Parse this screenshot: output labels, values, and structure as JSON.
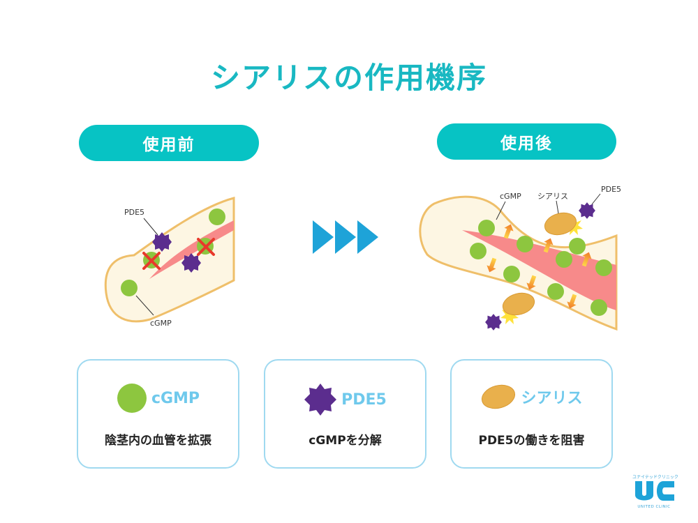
{
  "title": "シアリスの作用機序",
  "panels": {
    "before": {
      "heading": "使用前",
      "label_pde5": "PDE5",
      "label_cgmp": "cGMP"
    },
    "after": {
      "heading": "使用後",
      "label_cgmp": "cGMP",
      "label_cialis": "シアリス",
      "label_pde5": "PDE5"
    }
  },
  "legend": [
    {
      "name": "cGMP",
      "description": "陰茎内の血管を拡張"
    },
    {
      "name": "PDE5",
      "description": "cGMPを分解"
    },
    {
      "name": "シアリス",
      "description": "PDE5の働きを阻害"
    }
  ],
  "logo": {
    "top_text": "ユナイテッドクリニック",
    "mark": "UC",
    "bottom_text": "UNITED CLINIC"
  },
  "colors": {
    "accent": "#07c3c4",
    "title": "#19b8c2",
    "cgmp": "#8dc63f",
    "pde5": "#5b2d8e",
    "cialis": "#e9b04c",
    "vessel": "#fdf6e3",
    "vessel_border": "#efbf6a",
    "artery": "#f78a8a",
    "arrow": "#1ea3d8",
    "cross": "#e8392b",
    "card_border": "#9fd9f0",
    "legend_text": "#6fc9ec"
  }
}
